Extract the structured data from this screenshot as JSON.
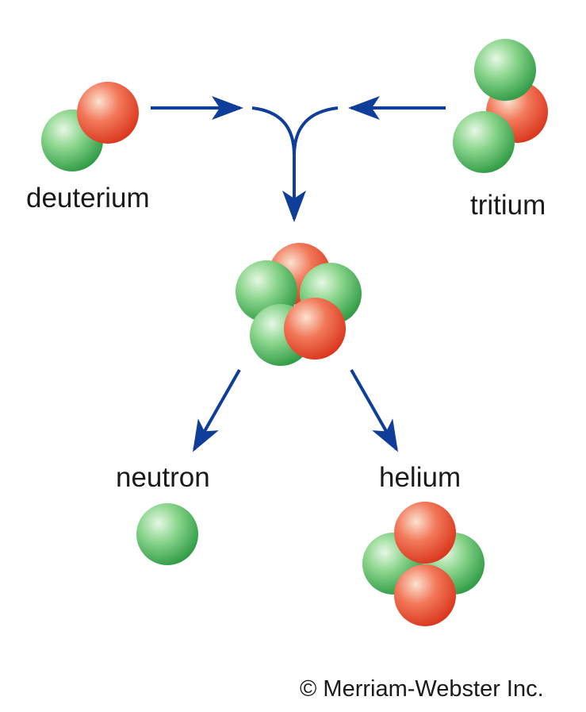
{
  "labels": {
    "deuterium": "deuterium",
    "tritium": "tritium",
    "neutron": "neutron",
    "helium": "helium",
    "copyright": "© Merriam-Webster Inc."
  },
  "colors": {
    "background": "#ffffff",
    "proton": "#e8462c",
    "neutron": "#3fae4f",
    "arrow": "#0e3d9a",
    "text": "#1a1a1a"
  }
}
